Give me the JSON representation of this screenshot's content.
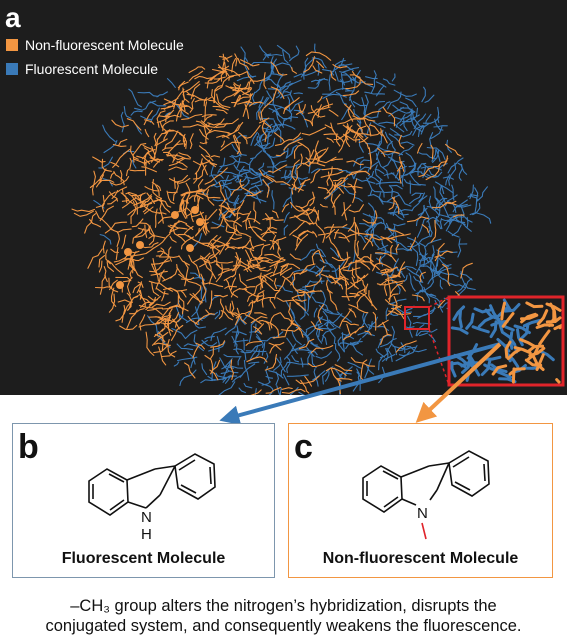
{
  "panel_a": {
    "label": "a",
    "legend": [
      {
        "label": "Non-fluorescent Molecule",
        "color": "#f29642"
      },
      {
        "label": "Fluorescent Molecule",
        "color": "#3a7ab8"
      }
    ],
    "inset_color": "#e0242a"
  },
  "panel_b": {
    "label": "b",
    "caption": "Fluorescent Molecule",
    "atom_label": "N",
    "h_label": "H",
    "border_color": "#7d96ad"
  },
  "panel_c": {
    "label": "c",
    "caption": "Non-fluorescent Molecule",
    "atom_label": "N",
    "border_color": "#f29642",
    "methyl_color": "#e0242a"
  },
  "footer": {
    "line1": "–CH₃  group alters the nitrogen’s hybridization, disrupts the",
    "line2": "conjugated system, and consequently weakens the fluorescence."
  },
  "colors": {
    "fluorescent": "#3a7ab8",
    "nonfluorescent": "#f29642",
    "background": "#1d1d1d"
  }
}
